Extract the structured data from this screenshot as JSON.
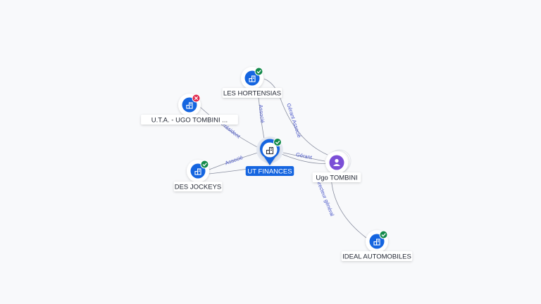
{
  "colors": {
    "company": "#1565e0",
    "person": "#7b4fd6",
    "status_ok": "#138a4a",
    "status_closed": "#e0274b",
    "edge": "#8a8fa0",
    "edge_label": "#4a57c8"
  },
  "nodes": [
    {
      "id": "ut-finances",
      "label": "UT FINANCES",
      "kind": "company",
      "status": "active",
      "center": true
    },
    {
      "id": "les-hortensias",
      "label": "LES HORTENSIAS",
      "kind": "company",
      "status": "active"
    },
    {
      "id": "uta-ugo",
      "label": "U.T.A. - UGO TOMBINI ...",
      "kind": "company",
      "status": "closed"
    },
    {
      "id": "des-jockeys",
      "label": "DES JOCKEYS",
      "kind": "company",
      "status": "active"
    },
    {
      "id": "ugo-tombini",
      "label": "Ugo TOMBINI",
      "kind": "person",
      "status": "none"
    },
    {
      "id": "ideal-automobiles",
      "label": "IDEAL AUTOMOBILES",
      "kind": "company",
      "status": "active"
    }
  ],
  "edges": [
    {
      "id": "e1",
      "from": "ut-finances",
      "to": "les-hortensias",
      "label": "Associé"
    },
    {
      "id": "e2",
      "from": "ut-finances",
      "to": "uta-ugo",
      "label": "Président"
    },
    {
      "id": "e3",
      "from": "ut-finances",
      "to": "des-jockeys",
      "label": "Associé"
    },
    {
      "id": "e4",
      "from": "ugo-tombini",
      "to": "ut-finances",
      "label": "Gérant"
    },
    {
      "id": "e5",
      "from": "ugo-tombini",
      "to": "les-hortensias",
      "label": "Gérant Associé"
    },
    {
      "id": "e6",
      "from": "ugo-tombini",
      "to": "ideal-automobiles",
      "label": "Directeur général"
    }
  ]
}
